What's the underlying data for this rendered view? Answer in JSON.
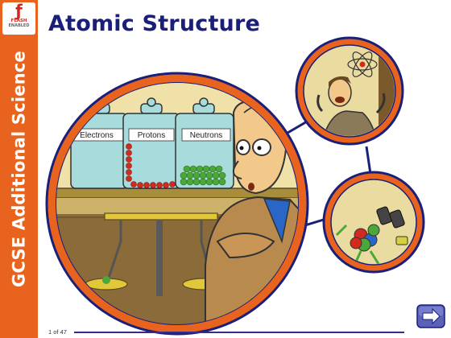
{
  "sidebar": {
    "title": "GCSE Additional Science"
  },
  "flash_badge": {
    "line1": "FLASH",
    "line2": "ENABLED",
    "icon": "flash-f-icon"
  },
  "header": {
    "title": "Atomic Structure"
  },
  "illustration": {
    "jars": [
      {
        "label": "Electrons"
      },
      {
        "label": "Protons"
      },
      {
        "label": "Neutrons"
      }
    ]
  },
  "footer": {
    "page_counter": "1 of 47",
    "next_icon": "arrow-right-icon"
  },
  "colors": {
    "sidebar": "#e8641e",
    "title": "#1a1f7a",
    "ring": "#e8641e",
    "rule": "#3a2a8c"
  }
}
